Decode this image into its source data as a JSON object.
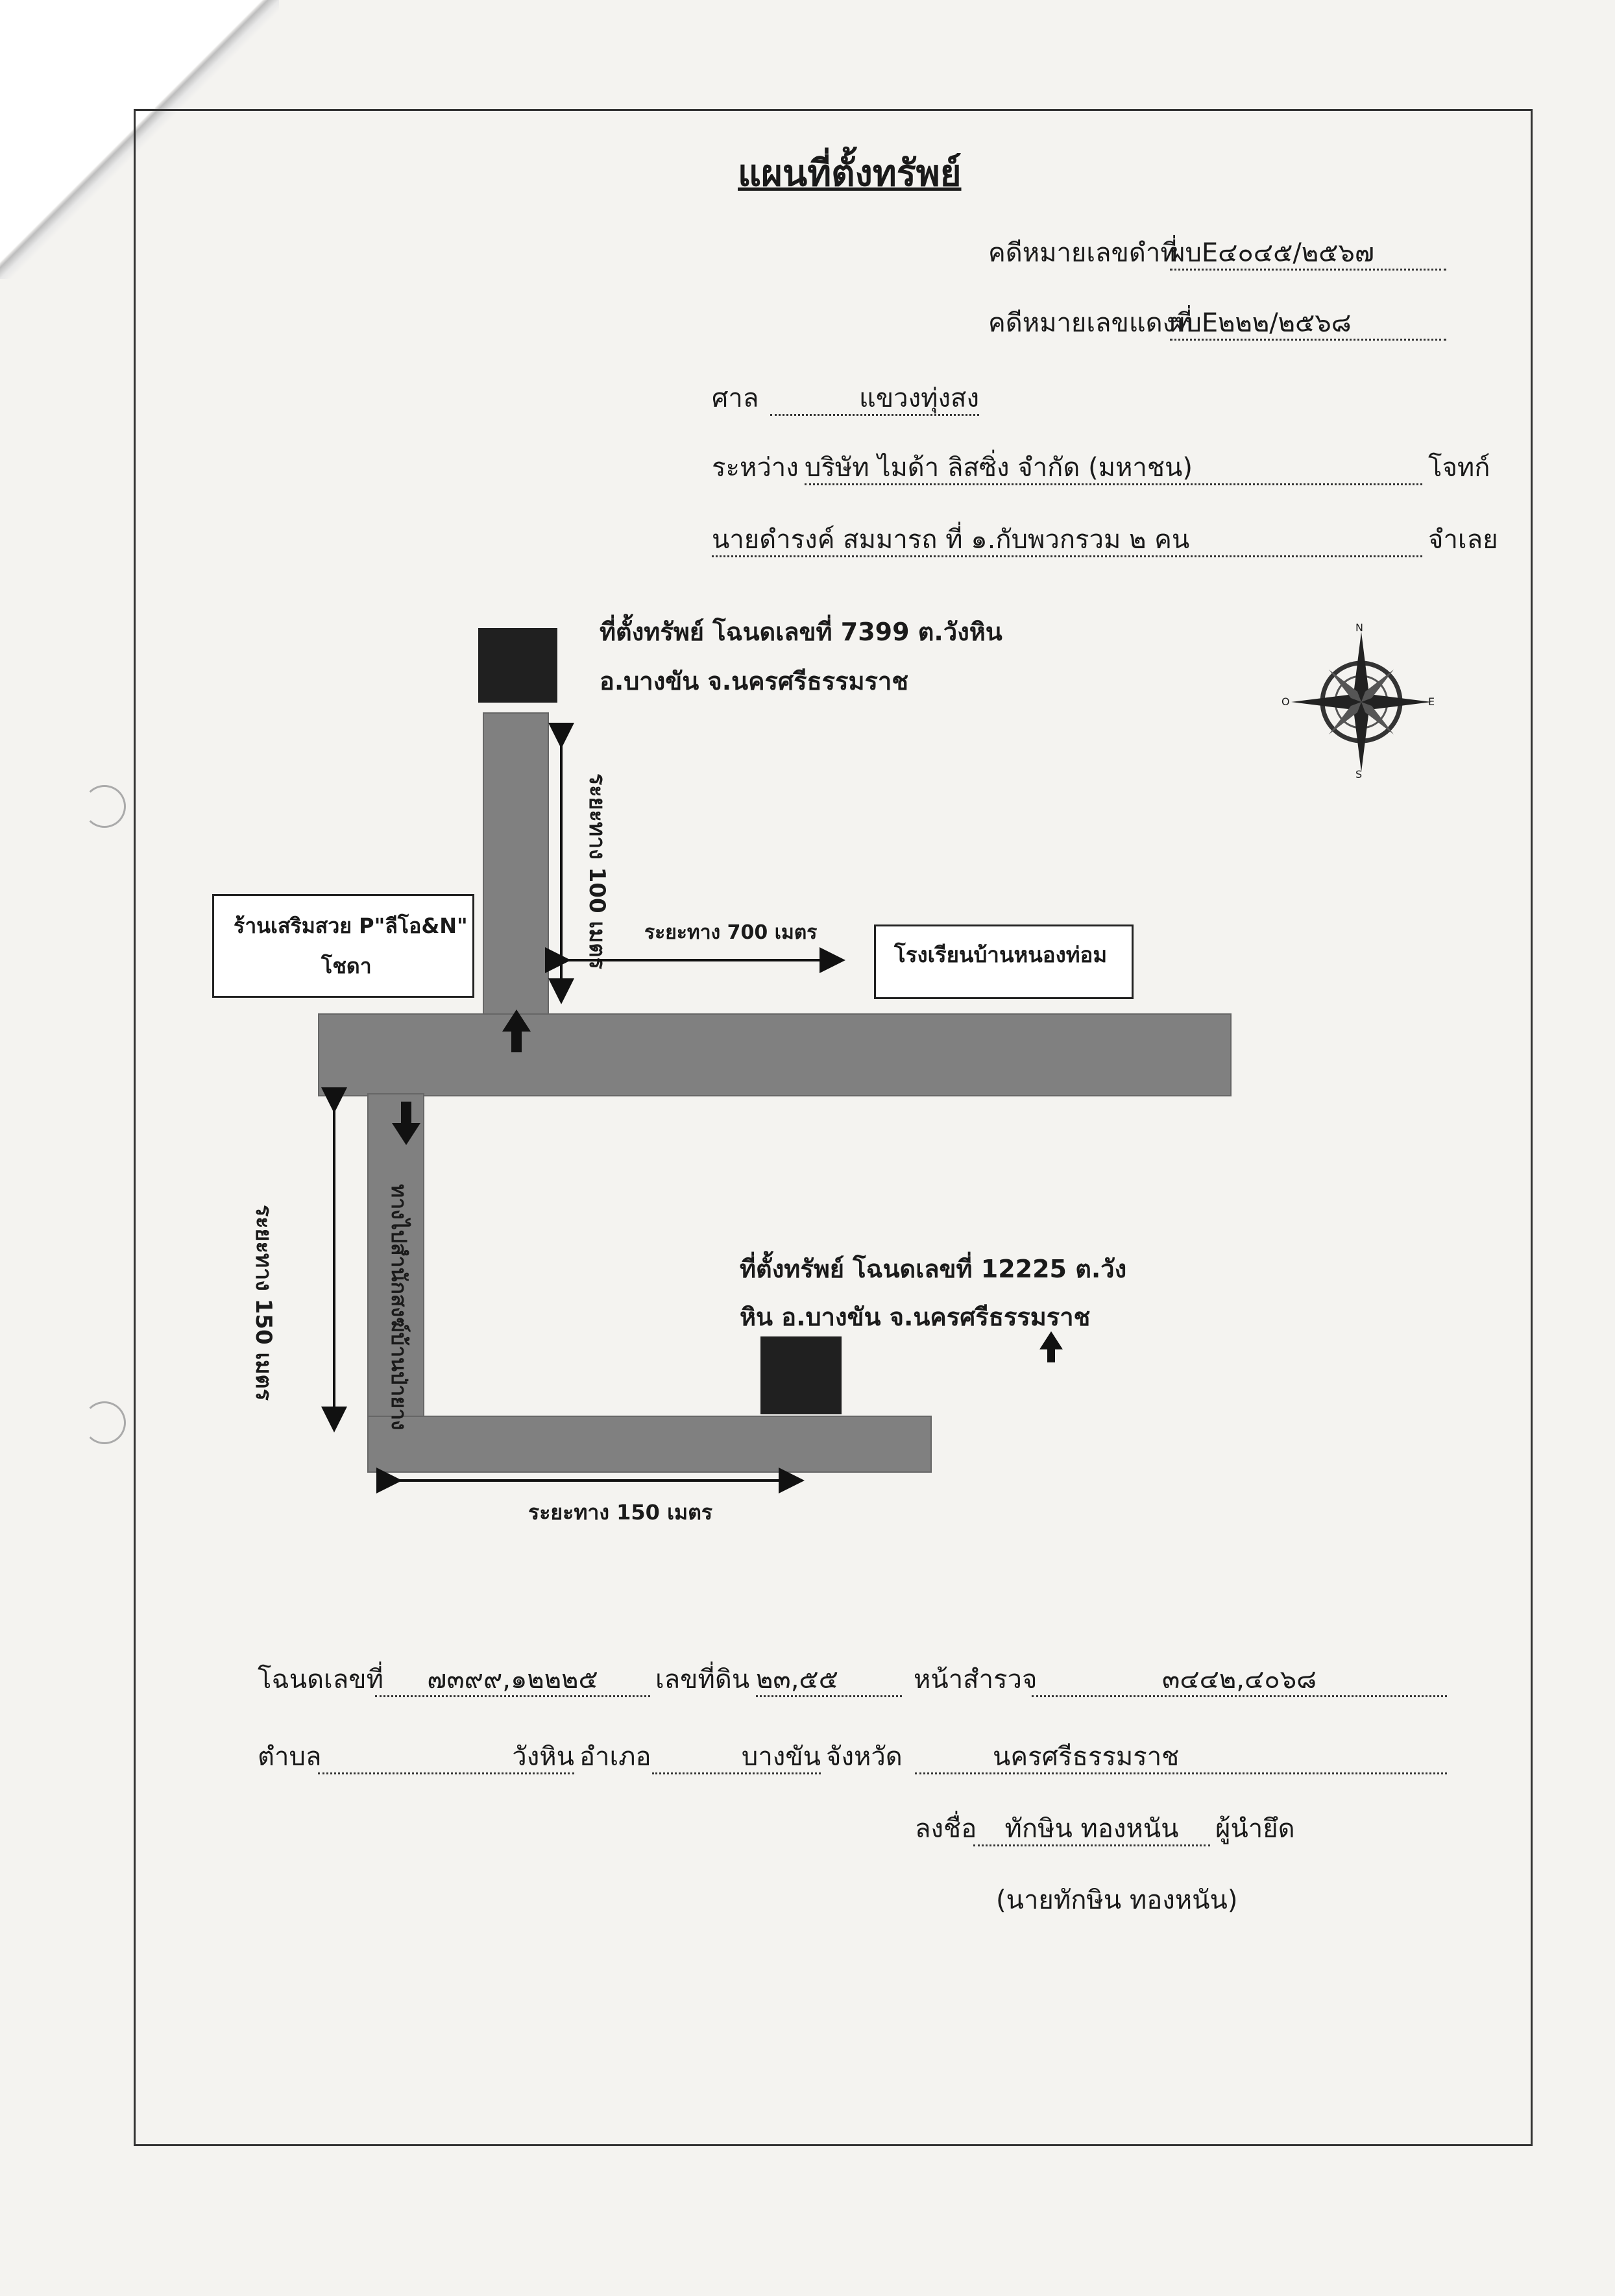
{
  "document": {
    "title": "แผนที่ตั้งทรัพย์",
    "case_black_label": "คดีหมายเลขดำที่",
    "case_black_value": "ผบE๔๐๔๕/๒๕๖๗",
    "case_red_label": "คดีหมายเลขแดงที่",
    "case_red_value": "ผบE๒๒๒/๒๕๖๘",
    "court_label": "ศาล",
    "court_value": "แขวงทุ่งสง",
    "between_label": "ระหว่าง",
    "plaintiff_value": "บริษัท ไมด้า ลิสซิ่ง จำกัด (มหาชน)",
    "plaintiff_label": "โจทก์",
    "defendant_value": "นายดำรงค์ สมมารถ ที่ ๑.กับพวกรวม ๒ คน",
    "defendant_label": "จำเลย"
  },
  "map": {
    "property1_line1": "ที่ตั้งทรัพย์ โฉนดเลขที่ 7399 ต.วังหิน",
    "property1_line2": "อ.บางขัน จ.นครศรีธรรมราช",
    "distance_100": "ระยะทาง 100 เมตร",
    "distance_700": "ระยะทาง 700 เมตร",
    "shop_line1": "ร้านเสริมสวย P\"ลีโอ&N\"",
    "shop_line2": "โชดา",
    "school": "โรงเรียนบ้านหนองท่อม",
    "side_road": "ทางไปสำนักสงฆ์บ้านป่ายาง",
    "distance_150_v": "ระยะทาง 150 เมตร",
    "property2_line1": "ที่ตั้งทรัพย์ โฉนดเลขที่ 12225 ต.วัง",
    "property2_line2": "หิน อ.บางขัน จ.นครศรีธรรมราช",
    "distance_150_h": "ระยะทาง 150 เมตร",
    "compass": {
      "n": "N",
      "s": "S",
      "e": "E",
      "o": "O",
      "icon": "compass-rose-icon"
    }
  },
  "footer": {
    "deed_label": "โฉนดเลขที่",
    "deed_value": "๗๓๙๙,๑๒๒๒๕",
    "land_label": "เลขที่ดิน",
    "land_value": "๒๓,๕๕",
    "survey_label": "หน้าสำรวจ",
    "survey_value": "๓๔๔๒,๔๐๖๘",
    "subdistrict_label": "ตำบล",
    "subdistrict_value": "วังหิน",
    "district_label": "อำเภอ",
    "district_value": "บางขัน",
    "province_label": "จังหวัด",
    "province_value": "นครศรีธรรมราช",
    "sign_label": "ลงชื่อ",
    "sign_value": "ทักษิน ทองหนัน",
    "sign_role": "ผู้นำยึด",
    "sign_name": "(นายทักษิน ทองหนัน)"
  },
  "colors": {
    "road": "#808080",
    "ink": "#1a1a1a"
  }
}
